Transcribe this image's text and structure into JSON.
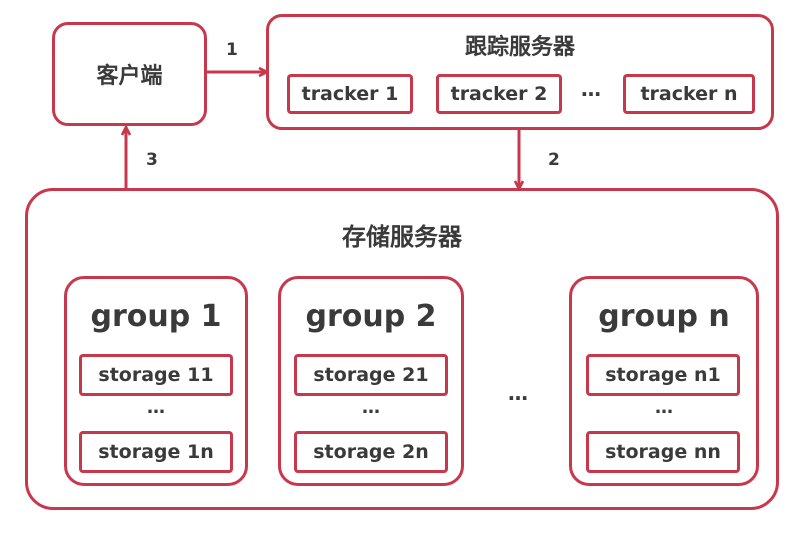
{
  "client": {
    "label": "客户端"
  },
  "tracker_server": {
    "title": "跟踪服务器",
    "items": [
      "tracker 1",
      "tracker 2",
      "tracker n"
    ],
    "ellipsis": "…"
  },
  "storage_server": {
    "title": "存储服务器",
    "groups": [
      {
        "title": "group 1",
        "first": "storage 11",
        "ellipsis": "…",
        "last": "storage 1n"
      },
      {
        "title": "group 2",
        "first": "storage 21",
        "ellipsis": "…",
        "last": "storage 2n"
      },
      {
        "title": "group n",
        "first": "storage n1",
        "ellipsis": "…",
        "last": "storage nn"
      }
    ],
    "ellipsis": "…"
  },
  "edges": [
    {
      "from": "client",
      "to": "tracker_server",
      "label": "1"
    },
    {
      "from": "tracker_server",
      "to": "storage_server",
      "label": "2"
    },
    {
      "from": "storage_server",
      "to": "client",
      "label": "3"
    }
  ],
  "colors": {
    "accent": "#c8384c",
    "text": "#3a3a3a"
  }
}
